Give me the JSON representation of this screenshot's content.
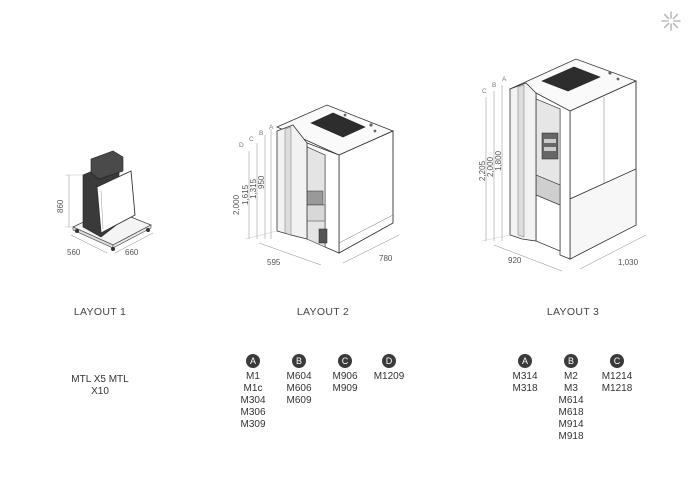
{
  "brand": {
    "logo_icon": "starburst-logo-icon"
  },
  "layouts": [
    {
      "title": "LAYOUT 1",
      "dims": {
        "height": "860",
        "depth": "560",
        "width": "660"
      },
      "models": [
        "MTL X5",
        "MTL X10"
      ]
    },
    {
      "title": "LAYOUT 2",
      "dims": {
        "h_d": "2,000",
        "h_c": "1,615",
        "h_b": "1,315",
        "h_a": "950",
        "depth": "595",
        "width": "780"
      },
      "height_letters": [
        "D",
        "C",
        "B",
        "A"
      ],
      "groups": [
        {
          "badge": "A",
          "items": [
            "M1",
            "M1c",
            "M304",
            "M306",
            "M309"
          ]
        },
        {
          "badge": "B",
          "items": [
            "M604",
            "M606",
            "M609"
          ]
        },
        {
          "badge": "C",
          "items": [
            "M906",
            "M909"
          ]
        },
        {
          "badge": "D",
          "items": [
            "M1209"
          ]
        }
      ]
    },
    {
      "title": "LAYOUT 3",
      "dims": {
        "h_c": "2,205",
        "h_b": "2,000",
        "h_a": "1,800",
        "depth": "920",
        "width": "1,030"
      },
      "height_letters": [
        "C",
        "B",
        "A"
      ],
      "groups": [
        {
          "badge": "A",
          "items": [
            "M314",
            "M318"
          ]
        },
        {
          "badge": "B",
          "items": [
            "M2",
            "M3",
            "M614",
            "M618",
            "M914",
            "M918"
          ]
        },
        {
          "badge": "C",
          "items": [
            "M1214",
            "M1218"
          ]
        }
      ]
    }
  ]
}
